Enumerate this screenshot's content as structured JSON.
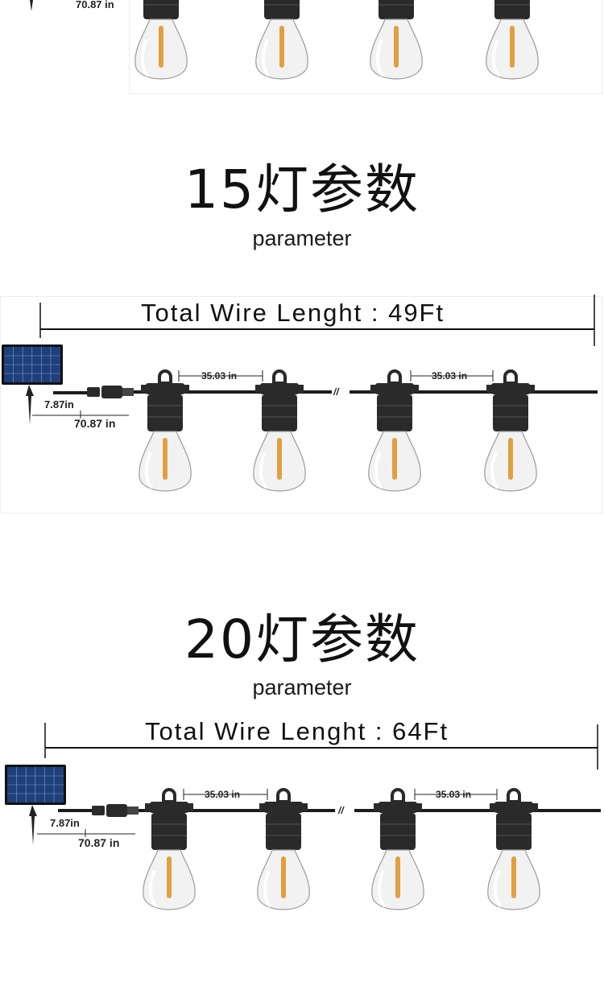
{
  "top_section": {
    "length_label": "70.87 in"
  },
  "sections": [
    {
      "heading": "15灯参数",
      "subheading": "parameter",
      "total_label": "Total Wire Lenght :  49Ft",
      "spacing_label_1": "35.03 in",
      "spacing_label_2": "35.03 in",
      "short_label": "7.87in",
      "long_label": "70.87 in",
      "break_mark": "//"
    },
    {
      "heading": "20灯参数",
      "subheading": "parameter",
      "total_label": "Total Wire Lenght :  64Ft",
      "spacing_label_1": "35.03 in",
      "spacing_label_2": "35.03 in",
      "short_label": "7.87in",
      "long_label": "70.87 in",
      "break_mark": "//"
    }
  ],
  "colors": {
    "cable": "#1c1c1c",
    "socket": "#2a2a2a",
    "filament": "#e0a040",
    "glass": "#f2f2f2",
    "solar_panel": "#1f3f7a"
  },
  "icons": [
    "solar-panel-icon",
    "bulb-icon",
    "connector-icon"
  ]
}
